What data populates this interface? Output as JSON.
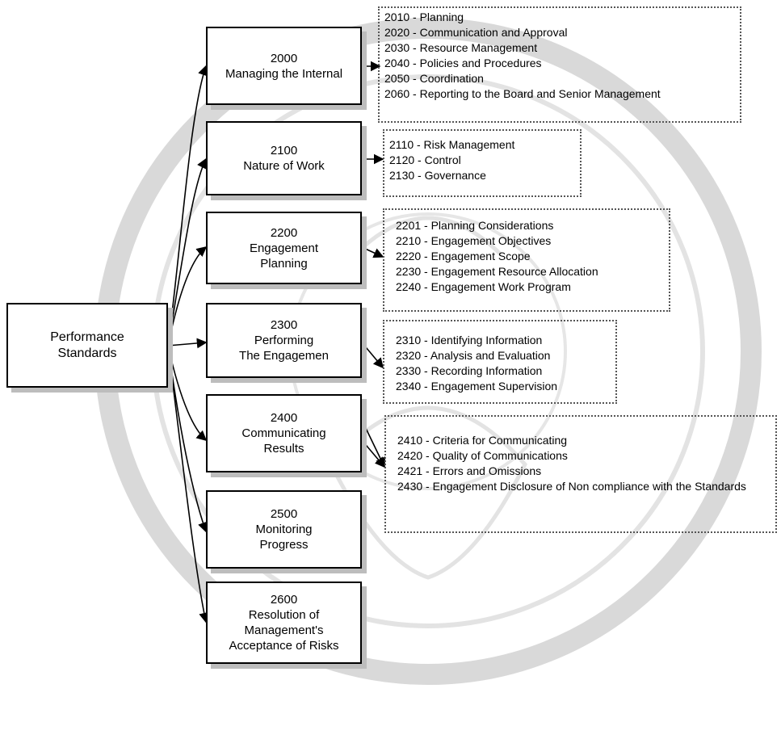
{
  "root": {
    "line1": "Performance",
    "line2": "Standards"
  },
  "categories": [
    {
      "code": "2000",
      "title_lines": [
        "Managing the Internal"
      ]
    },
    {
      "code": "2100",
      "title_lines": [
        "Nature of Work"
      ]
    },
    {
      "code": "2200",
      "title_lines": [
        "Engagement",
        "Planning"
      ]
    },
    {
      "code": "2300",
      "title_lines": [
        "Performing",
        "The Engagemen"
      ]
    },
    {
      "code": "2400",
      "title_lines": [
        "Communicating",
        "Results"
      ]
    },
    {
      "code": "2500",
      "title_lines": [
        "Monitoring",
        "Progress"
      ]
    },
    {
      "code": "2600",
      "title_lines": [
        "Resolution of",
        "Management's",
        "Acceptance of Risks"
      ]
    }
  ],
  "details": [
    {
      "category": "2000",
      "items": [
        "2010 - Planning",
        "2020 - Communication and Approval",
        "2030 - Resource Management",
        "2040 - Policies and Procedures",
        "2050 - Coordination",
        "2060 - Reporting to the Board and Senior Management"
      ]
    },
    {
      "category": "2100",
      "items": [
        "2110 - Risk Management",
        "2120 - Control",
        "2130 - Governance"
      ]
    },
    {
      "category": "2200",
      "items": [
        "2201 - Planning Considerations",
        "2210 - Engagement Objectives",
        "2220 - Engagement Scope",
        "2230 - Engagement Resource Allocation",
        "2240 - Engagement Work Program"
      ]
    },
    {
      "category": "2300",
      "items": [
        "2310 - Identifying Information",
        "2320 - Analysis and Evaluation",
        "2330 - Recording Information",
        "2340 - Engagement Supervision"
      ]
    },
    {
      "category": "2400",
      "items": [
        "2410 - Criteria for Communicating",
        "2420 - Quality of Communications",
        "2421 - Errors and Omissions",
        "2430 - Engagement Disclosure of Non compliance with the Standards"
      ]
    }
  ],
  "colors": {
    "watermark": "#d9d9d9",
    "shadow": "#bdbdbd",
    "line": "#000000"
  }
}
